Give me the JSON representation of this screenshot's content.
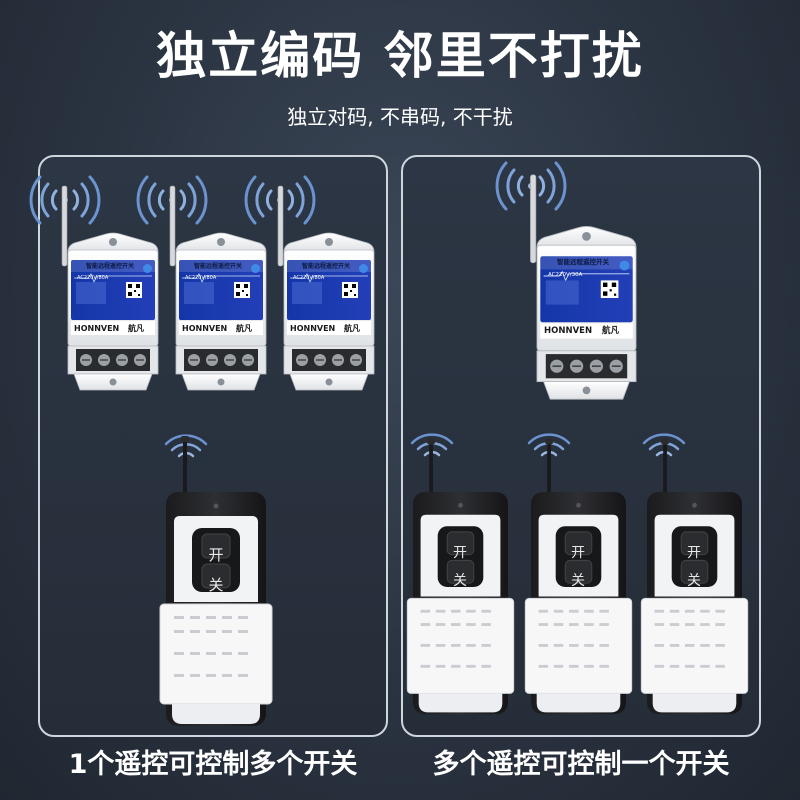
{
  "headline": "独立编码 邻里不打扰",
  "subheadline": "独立对码, 不串码, 不干扰",
  "left_caption": "1个遥控可控制多个开关",
  "right_caption": "多个遥控可控制一个开关",
  "receiver": {
    "label_title": "智能远程遥控开关",
    "spec_small": "AC220V/80A",
    "spec_large": "AC220V/30A",
    "brand": "HONNVEN",
    "brand_cn": "航凡"
  },
  "remote": {
    "button_on": "开",
    "button_off": "关"
  },
  "colors": {
    "background": "#2a3340",
    "panel_border": "#cfd5dd",
    "label_blue": "#1a3aa8"
  }
}
